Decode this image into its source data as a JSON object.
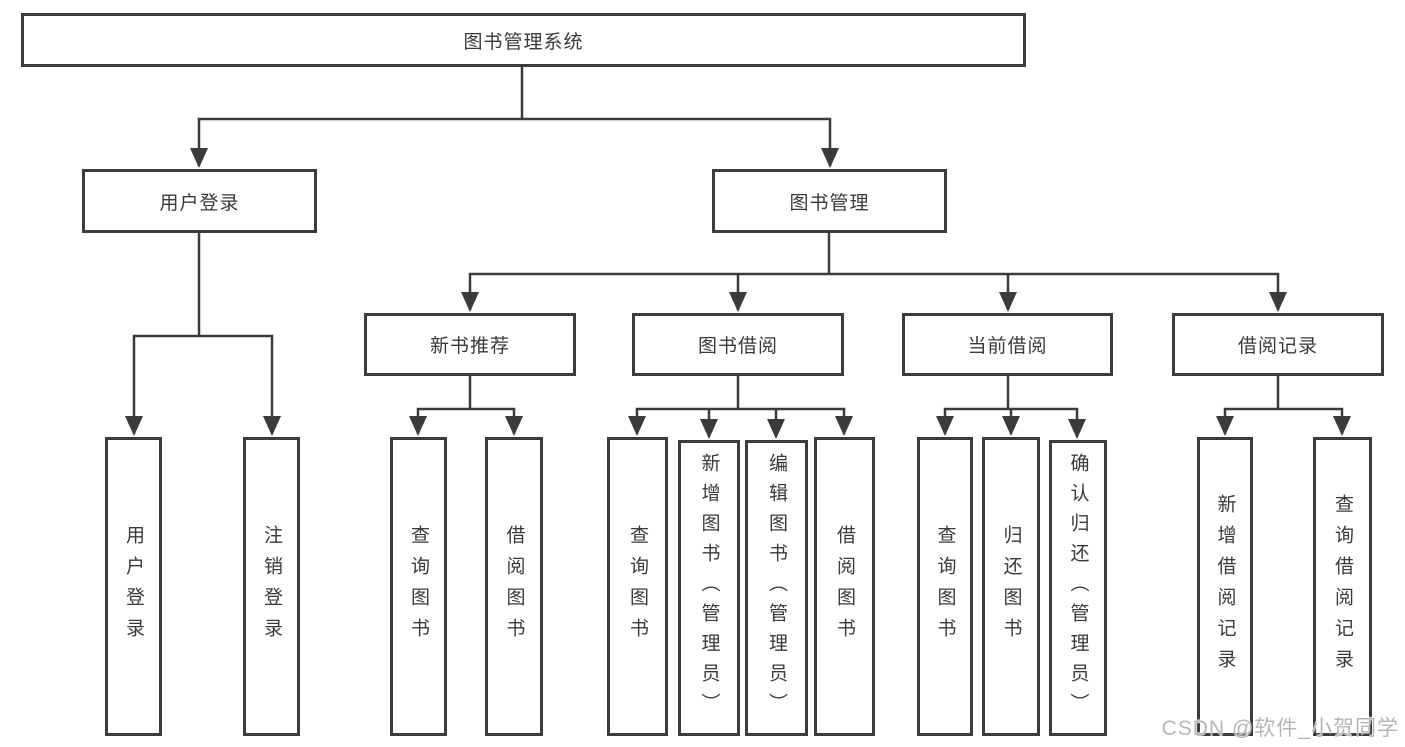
{
  "colors": {
    "line": "#3b3b3b",
    "text": "#3a3a3a",
    "watermark": "#b5b5b5",
    "background": "#ffffff"
  },
  "tree": {
    "root": {
      "label": "图书管理系统",
      "children": [
        {
          "label": "用户登录",
          "children": [
            {
              "label": "用户登录"
            },
            {
              "label": "注销登录"
            }
          ]
        },
        {
          "label": "图书管理",
          "children": [
            {
              "label": "新书推荐",
              "children": [
                {
                  "label": "查询图书"
                },
                {
                  "label": "借阅图书"
                }
              ]
            },
            {
              "label": "图书借阅",
              "children": [
                {
                  "label": "查询图书"
                },
                {
                  "label": "新增图书（管理员）"
                },
                {
                  "label": "编辑图书（管理员）"
                },
                {
                  "label": "借阅图书"
                }
              ]
            },
            {
              "label": "当前借阅",
              "children": [
                {
                  "label": "查询图书"
                },
                {
                  "label": "归还图书"
                },
                {
                  "label": "确认归还（管理员）"
                }
              ]
            },
            {
              "label": "借阅记录",
              "children": [
                {
                  "label": "新增借阅记录"
                },
                {
                  "label": "查询借阅记录"
                }
              ]
            }
          ]
        }
      ]
    }
  },
  "watermark": {
    "text": "CSDN @软件_小贺同学"
  }
}
